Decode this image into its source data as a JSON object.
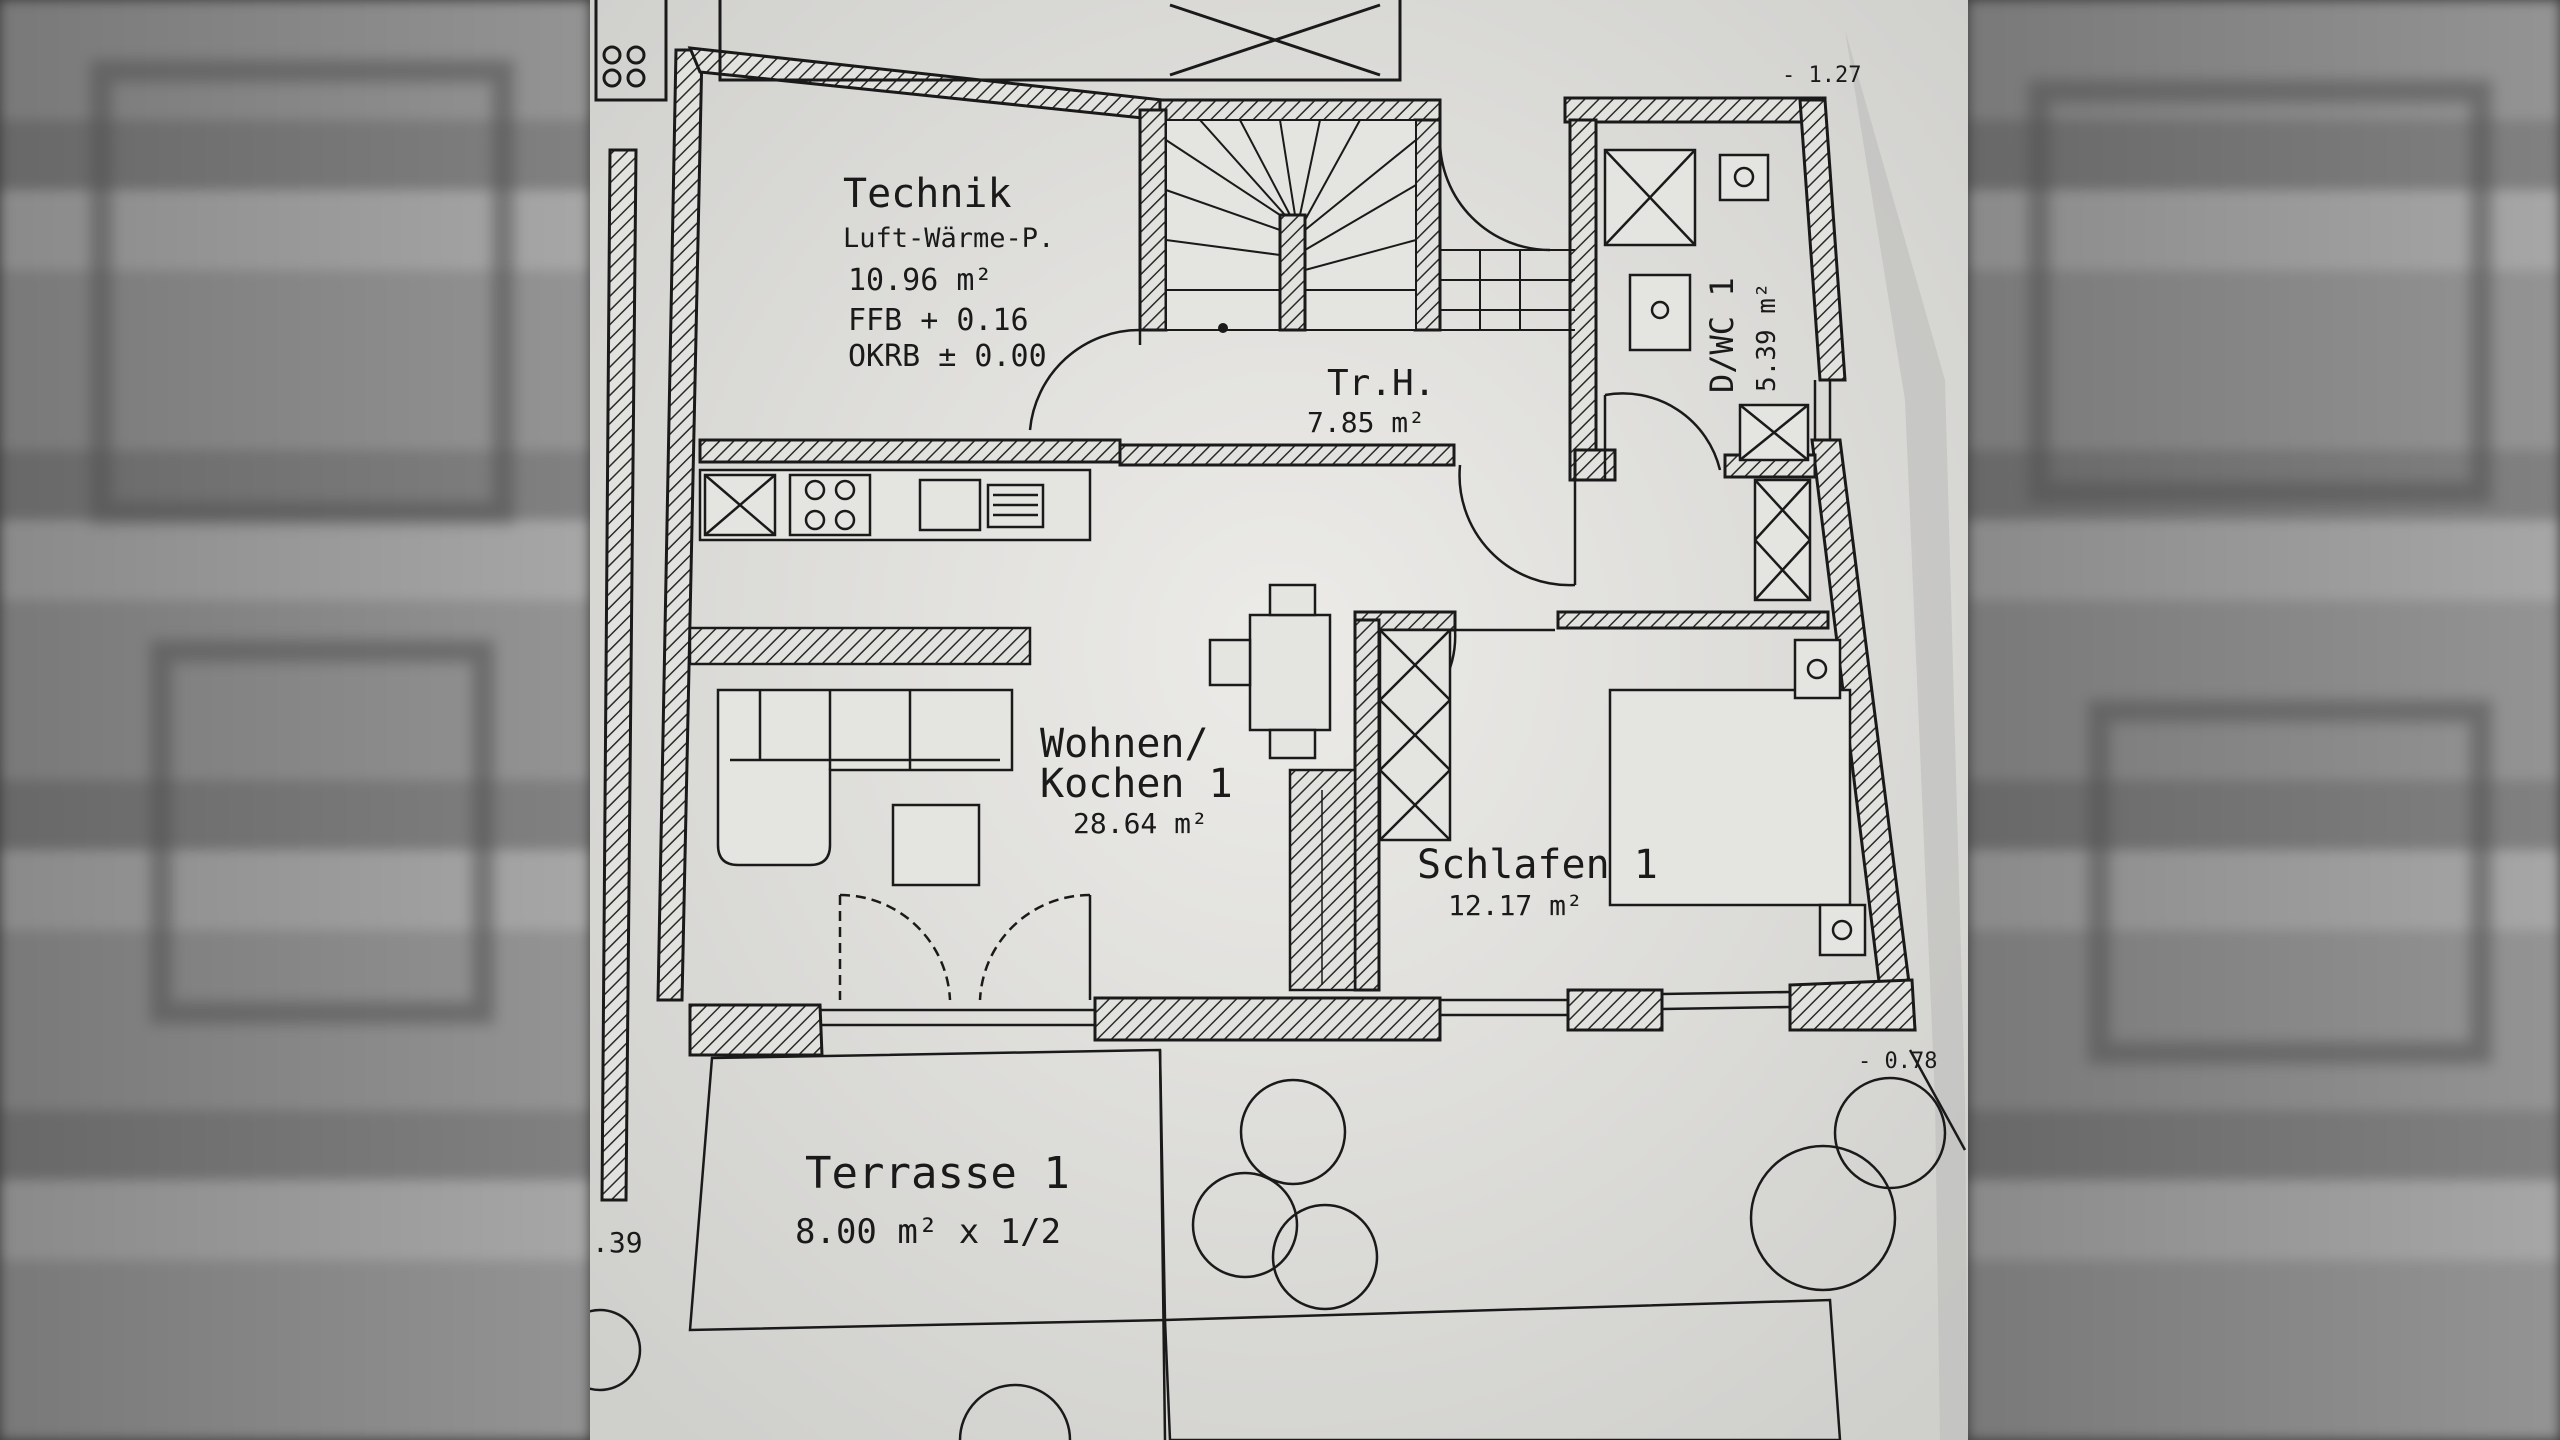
{
  "rooms": {
    "technik": {
      "name": "Technik",
      "sub": "Luft-Wärme-P.",
      "area": "10.96 m²",
      "ffb": "FFB + 0.16",
      "okrb": "OKRB ± 0.00"
    },
    "treppenhaus": {
      "name": "Tr.H.",
      "area": "7.85 m²"
    },
    "dusche_wc": {
      "name": "D/WC 1",
      "area": "5.39 m²"
    },
    "wohnen_kochen": {
      "name_line1": "Wohnen/",
      "name_line2": "Kochen 1",
      "area": "28.64 m²"
    },
    "schlafen": {
      "name": "Schlafen 1",
      "area": "12.17 m²"
    },
    "terrasse": {
      "name": "Terrasse 1",
      "area": "8.00 m² x 1/2"
    }
  },
  "levels": {
    "top_right": "- 1.27",
    "bottom_right": "- 0.78",
    "left_edge": ".39"
  },
  "colors": {
    "paper": "#e2e2df",
    "ink": "#1a1a1a",
    "hatch": "#2a2a2a"
  }
}
